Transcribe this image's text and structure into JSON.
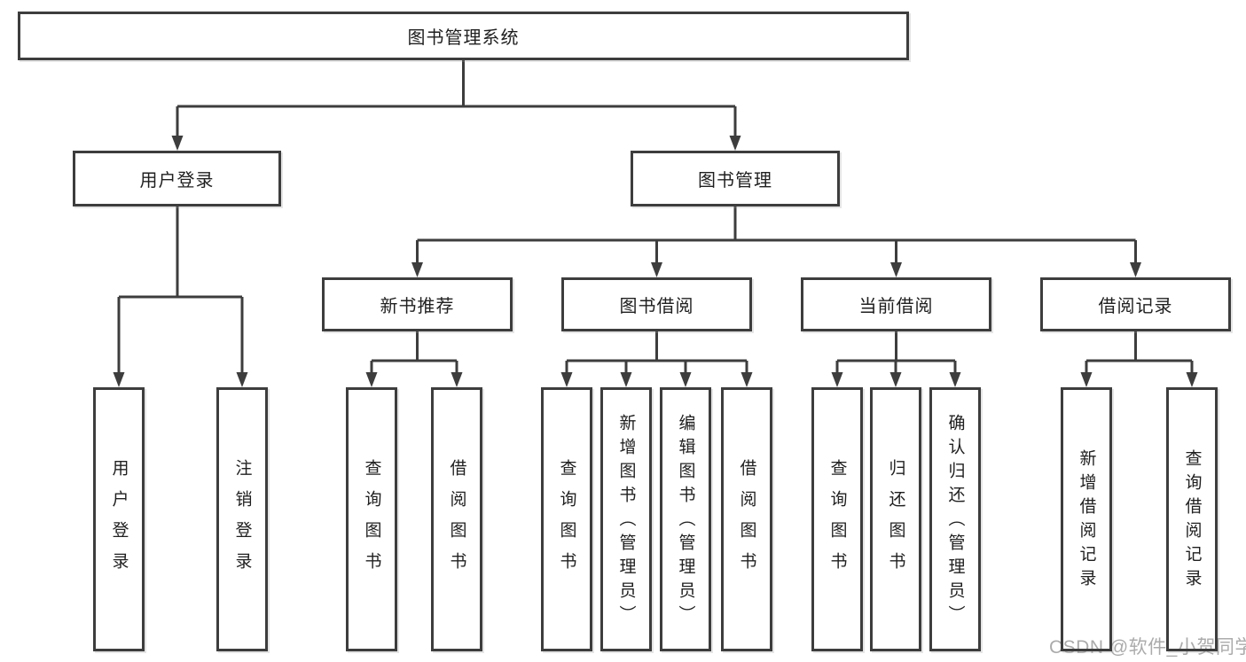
{
  "diagram": {
    "tree": {
      "label": "图书管理系统",
      "children": [
        {
          "label": "用户登录",
          "children": [
            {
              "label": "用户登录"
            },
            {
              "label": "注销登录"
            }
          ]
        },
        {
          "label": "图书管理",
          "children": [
            {
              "label": "新书推荐",
              "children": [
                {
                  "label": "查询图书"
                },
                {
                  "label": "借阅图书"
                }
              ]
            },
            {
              "label": "图书借阅",
              "children": [
                {
                  "label": "查询图书"
                },
                {
                  "label": "新增图书（管理员）"
                },
                {
                  "label": "编辑图书（管理员）"
                },
                {
                  "label": "借阅图书"
                }
              ]
            },
            {
              "label": "当前借阅",
              "children": [
                {
                  "label": "查询图书"
                },
                {
                  "label": "归还图书"
                },
                {
                  "label": "确认归还（管理员）"
                }
              ]
            },
            {
              "label": "借阅记录",
              "children": [
                {
                  "label": "新增借阅记录"
                },
                {
                  "label": "查询借阅记录"
                }
              ]
            }
          ]
        }
      ]
    },
    "watermark": "CSDN @软件_小贺同学",
    "colors": {
      "line": "#3d3d3d",
      "box_border": "#3d3d3d",
      "text": "#1f1f1f",
      "watermark": "#ababab",
      "background": "#ffffff"
    }
  }
}
